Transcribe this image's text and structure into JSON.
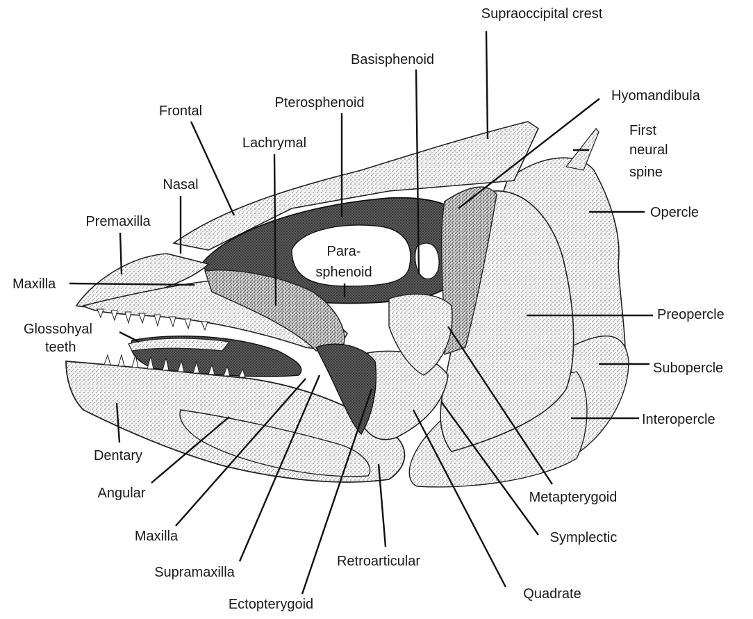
{
  "figure": {
    "labels": {
      "supraoccipital_crest": "Supraoccipital  crest",
      "basisphenoid": "Basisphenoid",
      "hyomandibula": "Hyomandibula",
      "pterosphenoid": "Pterosphenoid",
      "first_neural_spine_1": "First",
      "first_neural_spine_2": "neural",
      "first_neural_spine_3": "spine",
      "frontal": "Frontal",
      "lachrymal": "Lachrymal",
      "nasal": "Nasal",
      "opercle": "Opercle",
      "premaxilla": "Premaxilla",
      "parasphenoid_1": "Para-",
      "parasphenoid_2": "sphenoid",
      "maxilla_upper": "Maxilla",
      "preopercle": "Preopercle",
      "glossohyal_teeth_1": "Glossohyal",
      "glossohyal_teeth_2": "teeth",
      "subopercle": "Subopercle",
      "interopercle": "Interopercle",
      "dentary": "Dentary",
      "angular": "Angular",
      "metapterygoid": "Metapterygoid",
      "maxilla_lower": "Maxilla",
      "symplectic": "Symplectic",
      "retroarticular": "Retroarticular",
      "supramaxilla": "Supramaxilla",
      "quadrate": "Quadrate",
      "ectopterygoid": "Ectopterygoid"
    }
  }
}
